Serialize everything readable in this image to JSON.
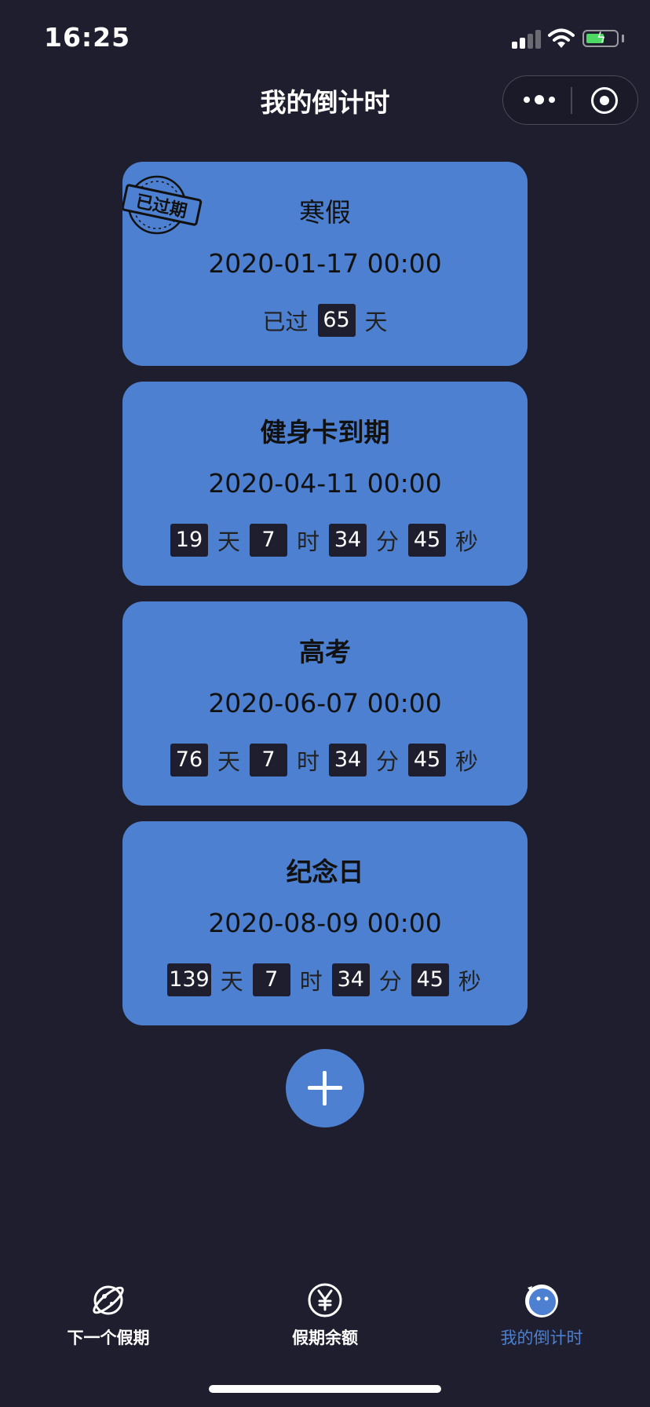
{
  "status_bar": {
    "time": "16:25"
  },
  "nav": {
    "title": "我的倒计时"
  },
  "countdowns": [
    {
      "title": "寒假",
      "date": "2020-01-17 00:00",
      "expired": true,
      "stamp_text": "已过期",
      "prefix": "已过",
      "days": "65",
      "day_unit": "天"
    },
    {
      "title": "健身卡到期",
      "date": "2020-04-11 00:00",
      "days": "19",
      "hours": "7",
      "minutes": "34",
      "seconds": "45",
      "units": {
        "day": "天",
        "hour": "时",
        "minute": "分",
        "second": "秒"
      }
    },
    {
      "title": "高考",
      "date": "2020-06-07 00:00",
      "days": "76",
      "hours": "7",
      "minutes": "34",
      "seconds": "45",
      "units": {
        "day": "天",
        "hour": "时",
        "minute": "分",
        "second": "秒"
      }
    },
    {
      "title": "纪念日",
      "date": "2020-08-09 00:00",
      "days": "139",
      "hours": "7",
      "minutes": "34",
      "seconds": "45",
      "units": {
        "day": "天",
        "hour": "时",
        "minute": "分",
        "second": "秒"
      }
    }
  ],
  "add_button": {
    "icon": "plus-icon"
  },
  "tab_bar": {
    "items": [
      {
        "label": "下一个假期",
        "icon": "planet-icon",
        "active": false
      },
      {
        "label": "假期余额",
        "icon": "yen-icon",
        "active": false
      },
      {
        "label": "我的倒计时",
        "icon": "mascot-icon",
        "active": true
      }
    ]
  },
  "colors": {
    "background": "#1e1e2e",
    "card": "#4d80d0",
    "accent": "#4d80d0",
    "number_box": "#1e1e2e"
  }
}
